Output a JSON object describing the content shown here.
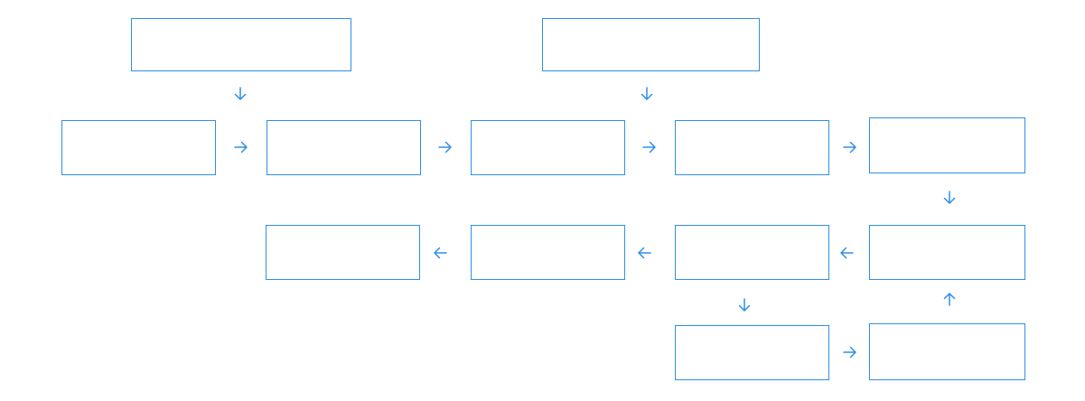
{
  "diagram": {
    "stroke_color": "#2f8fe6",
    "background": "#ffffff",
    "boxes": {
      "top_left": "",
      "top_right": "",
      "row1_1": "",
      "row1_2": "",
      "row1_3": "",
      "row1_4": "",
      "row1_5": "",
      "row2_1": "",
      "row2_2": "",
      "row2_3": "",
      "row2_4": "",
      "row3_1": "",
      "row3_2": ""
    },
    "connectors": [
      {
        "from": "top_left",
        "to": "row1_2",
        "direction": "down"
      },
      {
        "from": "top_right",
        "to": "row1_3",
        "direction": "down"
      },
      {
        "from": "row1_1",
        "to": "row1_2",
        "direction": "right"
      },
      {
        "from": "row1_2",
        "to": "row1_3",
        "direction": "right"
      },
      {
        "from": "row1_3",
        "to": "row1_4",
        "direction": "right"
      },
      {
        "from": "row1_4",
        "to": "row1_5",
        "direction": "right"
      },
      {
        "from": "row1_5",
        "to": "row2_4",
        "direction": "down"
      },
      {
        "from": "row2_4",
        "to": "row2_3",
        "direction": "left"
      },
      {
        "from": "row2_3",
        "to": "row2_2",
        "direction": "left"
      },
      {
        "from": "row2_2",
        "to": "row2_1",
        "direction": "left"
      },
      {
        "from": "row2_3",
        "to": "row3_1",
        "direction": "down"
      },
      {
        "from": "row3_1",
        "to": "row3_2",
        "direction": "right"
      },
      {
        "from": "row3_2",
        "to": "row2_4",
        "direction": "up"
      }
    ]
  }
}
